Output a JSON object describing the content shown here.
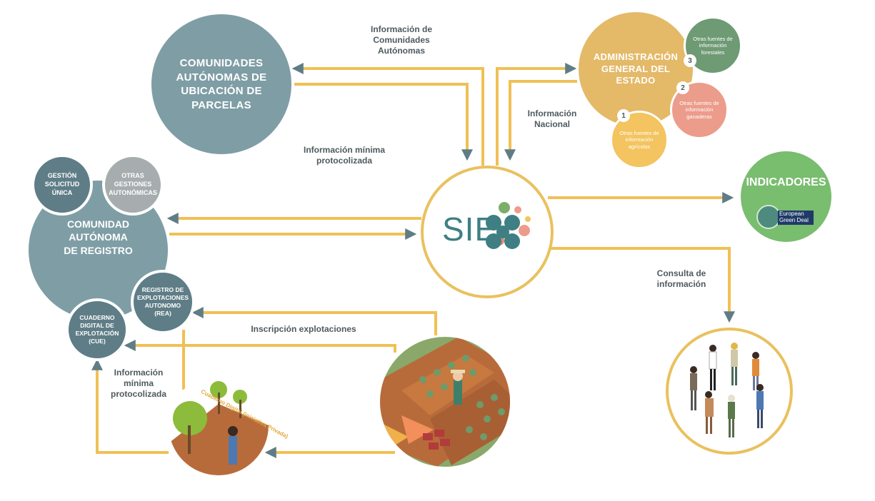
{
  "colors": {
    "arrow": "#f0c055",
    "teal_dark": "#5f7d86",
    "teal": "#7f9da5",
    "grey": "#a7adae",
    "gold": "#e4b968",
    "green_dark": "#6e9a74",
    "salmon": "#ec9c8b",
    "yellow": "#f3c45f",
    "indicators_green": "#79bd6f",
    "sie_teal": "#3f7f83"
  },
  "nodes": {
    "comunidades_ubicacion": "COMUNIDADES\nAUTÓNOMAS DE\nUBICACIÓN DE\nPARCELAS",
    "comunidad_registro": "COMUNIDAD\nAUTÓNOMA\nDE REGISTRO",
    "gestion_solicitud": "GESTIÓN\nSOLICITUD\nÚNICA",
    "otras_gestiones": "OTRAS\nGESTIONES\nAUTONÓMICAS",
    "registro_explotaciones": "REGISTRO DE\nEXPLOTACIONES\nAUTONOMO\n(REA)",
    "cuaderno_digital": "CUADERNO\nDIGITAL DE\nEXPLOTACIÓN\n(CUE)",
    "administracion": "ADMINISTRACIÓN\nGENERAL DEL\nESTADO",
    "fuente_1": {
      "num": "1",
      "text": "Otras fuentes de\ninformación\nagrícolas"
    },
    "fuente_2": {
      "num": "2",
      "text": "Otras fuentes de\ninformación\nganaderas"
    },
    "fuente_3": {
      "num": "3",
      "text": "Otras fuentes de\ninformación\nforestales"
    },
    "indicadores": "INDICADORES",
    "green_deal": "European\nGreen Deal",
    "siex_logo": "SIE",
    "cuaderno_privado": "Cuaderno Digital (iniciativa Privada)"
  },
  "labels": {
    "info_comunidades": "Información de\nComunidades\nAutónomas",
    "info_minima_top": "Información mínima\nprotocolizada",
    "info_nacional": "Información\nNacional",
    "consulta": "Consulta de\ninformación",
    "inscripcion": "Inscripción explotaciones",
    "info_minima_bottom": "Información\nmínima\nprotocolizada"
  }
}
